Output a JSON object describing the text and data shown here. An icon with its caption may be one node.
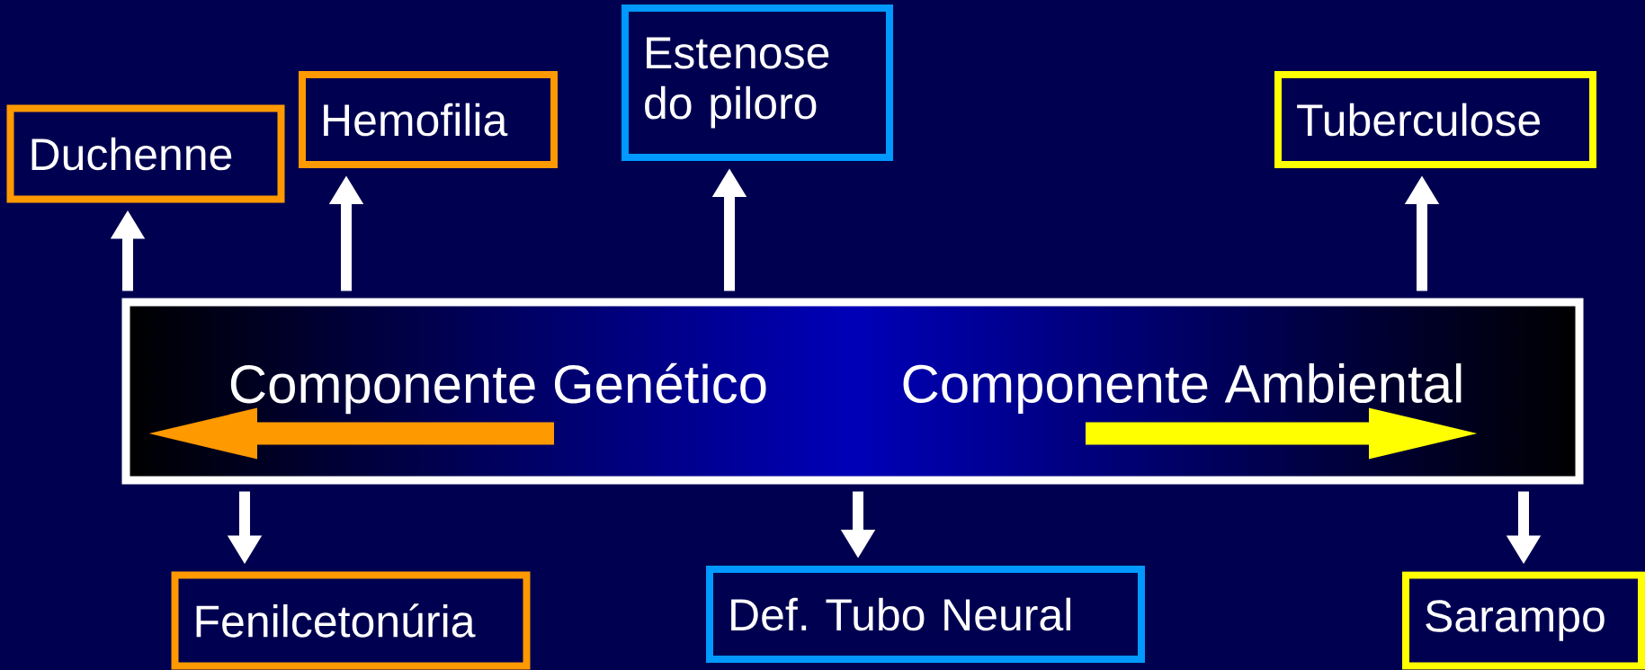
{
  "diagram": {
    "nodes": [
      {
        "text": [
          "Componente Genético",
          "Componente Ambiental"
        ]
      },
      {
        "text": [
          "Duchenne"
        ]
      },
      {
        "text": [
          "Hemofilia"
        ]
      },
      {
        "text": [
          "Estenose do piloro"
        ]
      },
      {
        "text": [
          "Tuberculose"
        ]
      },
      {
        "text": [
          "Fenilcetonúria"
        ]
      },
      {
        "text": [
          "Def. Tubo Neural"
        ]
      },
      {
        "text": [
          "Sarampo"
        ]
      }
    ],
    "edges": [
      {
        "from": 0,
        "to": 1,
        "arrow": "to"
      },
      {
        "from": 0,
        "to": 2,
        "arrow": "to"
      },
      {
        "from": 0,
        "to": 3,
        "arrow": "to"
      },
      {
        "from": 0,
        "to": 4,
        "arrow": "to"
      },
      {
        "from": 0,
        "to": 5,
        "arrow": "to"
      },
      {
        "from": 0,
        "to": 6,
        "arrow": "to"
      },
      {
        "from": 0,
        "to": 7,
        "arrow": "to"
      }
    ]
  }
}
